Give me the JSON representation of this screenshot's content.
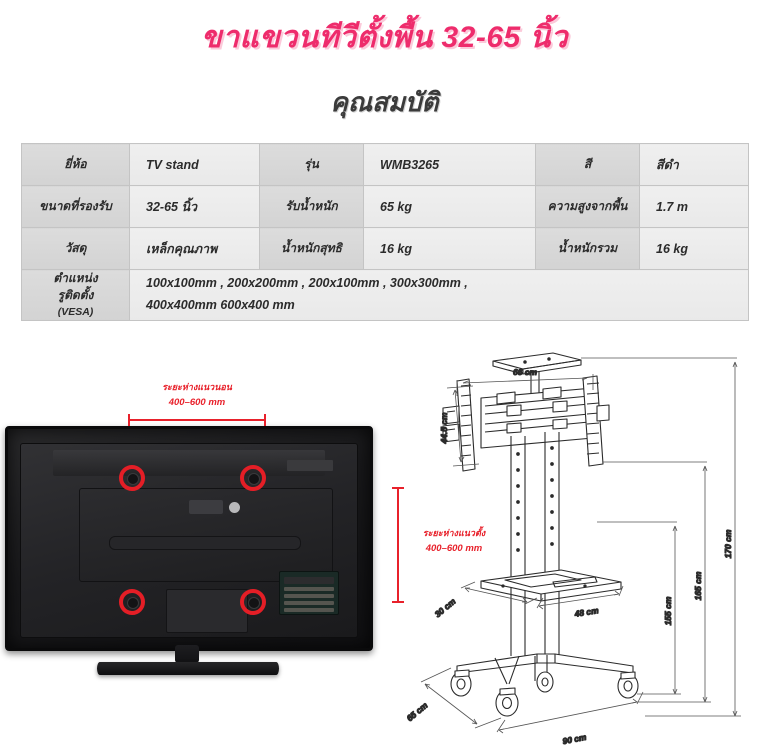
{
  "header": {
    "title": "ขาแขวนทีวีตั้งพื้น 32-65 นิ้ว",
    "subtitle": "คุณสมบัติ",
    "title_color": "#EE2C6C",
    "subtitle_color": "#3B3B3B"
  },
  "spec_table": {
    "rows": [
      {
        "cells": [
          {
            "type": "label",
            "text": "ยี่ห้อ"
          },
          {
            "type": "value",
            "text": "TV stand"
          },
          {
            "type": "label",
            "text": "รุ่น"
          },
          {
            "type": "value",
            "text": "WMB3265"
          },
          {
            "type": "label",
            "text": "สี"
          },
          {
            "type": "value",
            "text": "สีดำ"
          }
        ]
      },
      {
        "cells": [
          {
            "type": "label",
            "text": "ขนาดที่รองรับ"
          },
          {
            "type": "value",
            "text": "32-65 นิ้ว"
          },
          {
            "type": "label",
            "text": "รับน้ำหนัก"
          },
          {
            "type": "value",
            "text": "65 kg"
          },
          {
            "type": "label",
            "text": "ความสูงจากพื้น"
          },
          {
            "type": "value",
            "text": "1.7 m"
          }
        ]
      },
      {
        "cells": [
          {
            "type": "label",
            "text": "วัสดุ"
          },
          {
            "type": "value",
            "text": "เหล็กคุณภาพ"
          },
          {
            "type": "label",
            "text": "น้ำหนักสุทธิ"
          },
          {
            "type": "value",
            "text": "16 kg"
          },
          {
            "type": "label",
            "text": "น้ำหนักรวม"
          },
          {
            "type": "value",
            "text": "16 kg"
          }
        ]
      }
    ],
    "vesa_row": {
      "label_line1": "ตำแหน่ง",
      "label_line2": "รูติดตั้ง",
      "label_line3": "(VESA)",
      "value_line1": "100x100mm , 200x200mm , 200x100mm , 300x300mm ,",
      "value_line2": "400x400mm 600x400 mm"
    }
  },
  "diagram": {
    "tv": {
      "horizontal_annotation": {
        "line1": "ระยะห่างแนวนอน",
        "line2": "400–600 mm",
        "color": "#E8212B"
      },
      "vertical_annotation": {
        "line1": "ระยะห่างแนวตั้ง",
        "line2": "400–600 mm",
        "color": "#E8212B"
      },
      "hole_markers": 4
    },
    "stand_dimensions": {
      "bracket_width": "66 cm",
      "bracket_height": "44.5 cm",
      "shelf_depth": "30 cm",
      "shelf_width": "48 cm",
      "height_low": "155 cm",
      "height_mid": "165 cm",
      "height_high": "170 cm",
      "base_depth": "65 cm",
      "base_width": "90 cm"
    }
  }
}
